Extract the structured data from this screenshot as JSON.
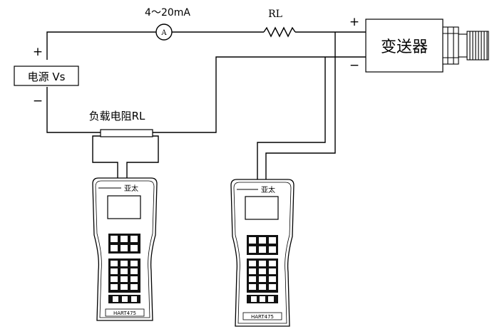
{
  "labels": {
    "current_meter_range": "4～20mA",
    "current_meter_symbol": "A",
    "series_resistor": "RL",
    "load_resistor": "负载电阻RL",
    "power_supply": "电源 Vs",
    "transmitter": "变送器",
    "plus_sign": "+",
    "minus_sign": "−"
  },
  "communicator": {
    "brand_text": "亚太",
    "bottom_label": "HART475"
  },
  "colors": {
    "line": "#000000",
    "background": "#ffffff"
  }
}
